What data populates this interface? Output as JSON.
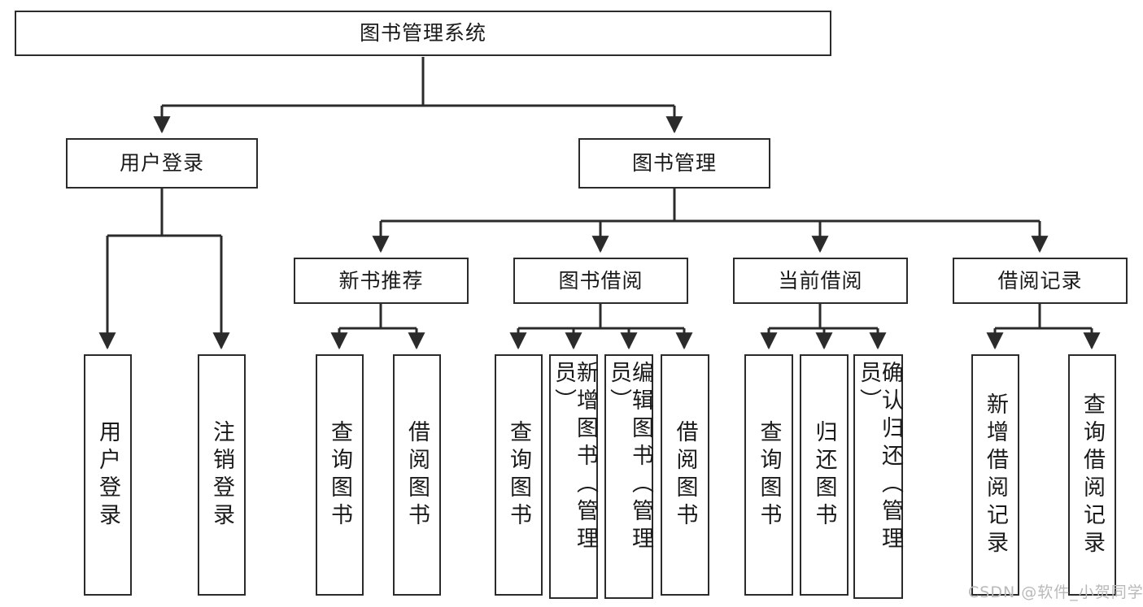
{
  "diagram": {
    "title": "图书管理系统",
    "type": "tree",
    "root": {
      "label": "图书管理系统"
    },
    "level2": [
      {
        "label": "用户登录"
      },
      {
        "label": "图书管理"
      }
    ],
    "level3": [
      {
        "label": "新书推荐"
      },
      {
        "label": "图书借阅"
      },
      {
        "label": "当前借阅"
      },
      {
        "label": "借阅记录"
      }
    ],
    "leaves": {
      "user_login": [
        {
          "label": "用户登录"
        },
        {
          "label": "注销登录"
        }
      ],
      "new_book_recommend": [
        {
          "label": "查询图书"
        },
        {
          "label": "借阅图书"
        }
      ],
      "book_borrow": [
        {
          "label": "查询图书"
        },
        {
          "label": "新增图书（管理员）"
        },
        {
          "label": "编辑图书（管理员）"
        },
        {
          "label": "借阅图书"
        }
      ],
      "current_borrow": [
        {
          "label": "查询图书"
        },
        {
          "label": "归还图书"
        },
        {
          "label": "确认归还（管理员）"
        }
      ],
      "borrow_record": [
        {
          "label": "新增借阅记录"
        },
        {
          "label": "查询借阅记录"
        }
      ]
    }
  },
  "watermark": {
    "text": "CSDN @软件_小贺同学",
    "color": "#b9b9b9"
  },
  "colors": {
    "stroke": "#2b2b2b",
    "background": "#ffffff",
    "text": "#1a1a1a"
  }
}
